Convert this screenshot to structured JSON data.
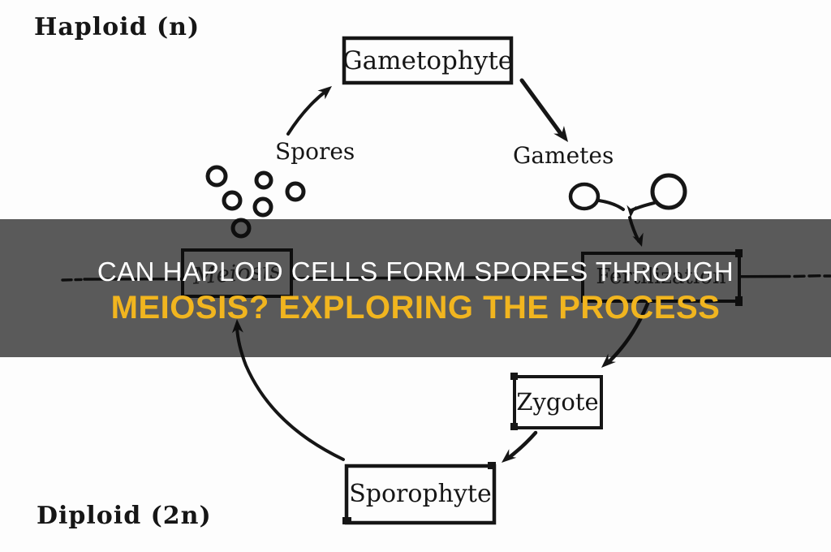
{
  "banner": {
    "title_line1": "CAN HAPLOID CELLS FORM SPORES THROUGH",
    "title_line2": "MEIOSIS? EXPLORING THE PROCESS",
    "colors": {
      "line1_text": "#ffffff",
      "line2_text": "#f1b51f",
      "overlay": "rgba(10,10,10,0.675)"
    }
  },
  "diagram": {
    "phases": {
      "haploid": "Haploid (n)",
      "diploid": "Diploid (2n)"
    },
    "nodes": {
      "gametophyte": "Gametophyte",
      "meiosis": "Meiosis",
      "fertilization": "Fertilization",
      "zygote": "Zygote",
      "sporophyte": "Sporophyte"
    },
    "flow_labels": {
      "spores": "Spores",
      "gametes": "Gametes"
    },
    "ink_color": "#161616",
    "background_color": "#fdfdfd"
  }
}
